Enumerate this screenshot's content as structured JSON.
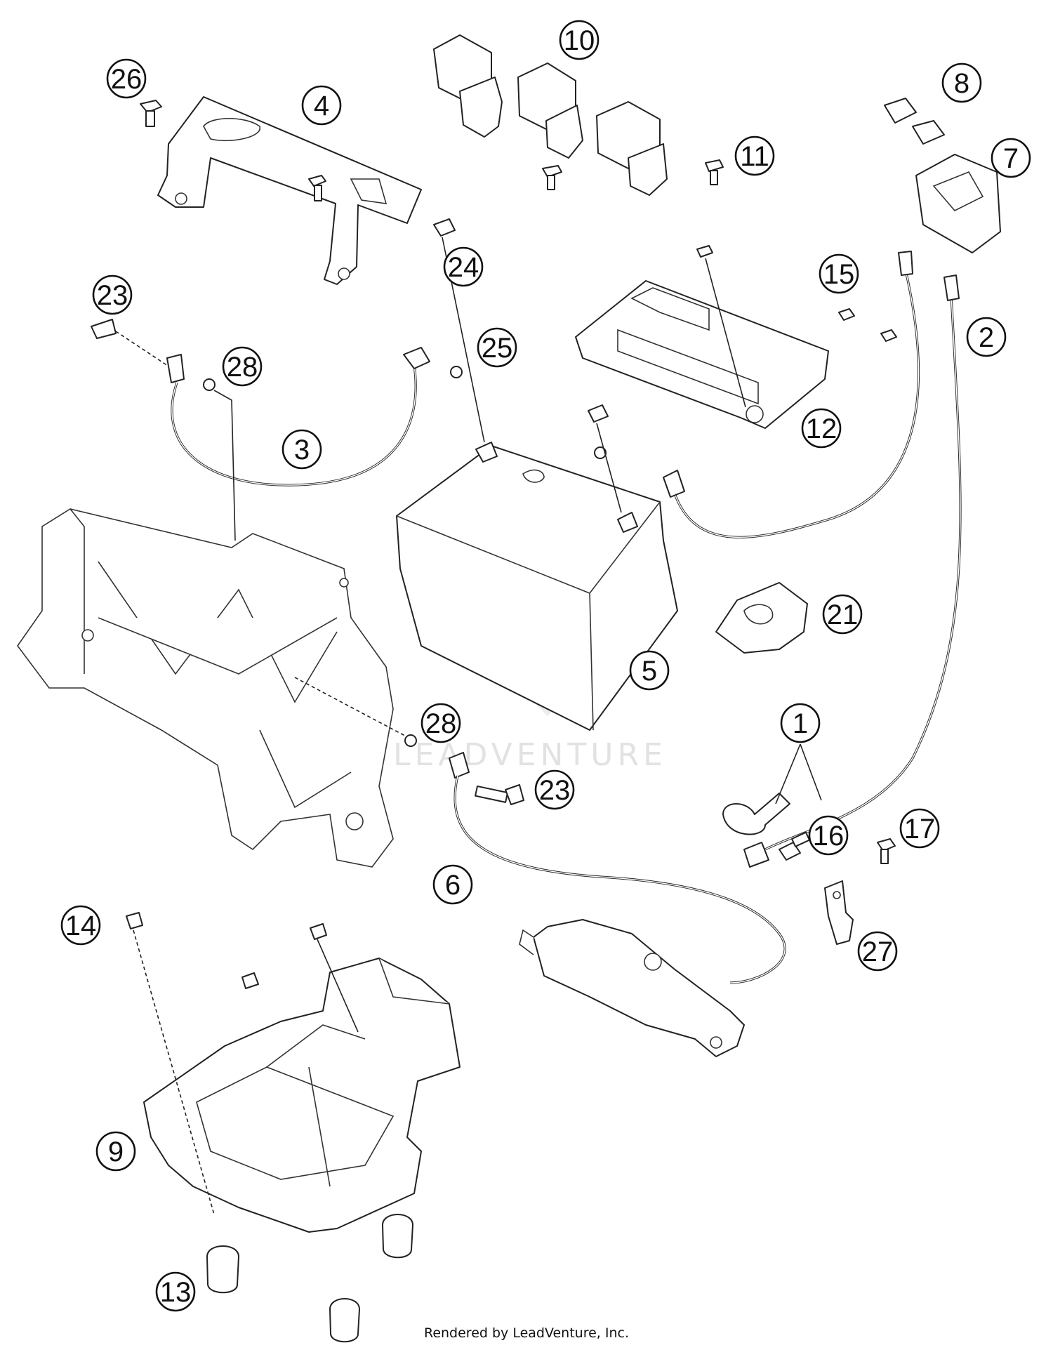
{
  "callouts": [
    {
      "id": "1",
      "label": "1"
    },
    {
      "id": "2",
      "label": "2"
    },
    {
      "id": "3",
      "label": "3"
    },
    {
      "id": "4",
      "label": "4"
    },
    {
      "id": "5",
      "label": "5"
    },
    {
      "id": "6",
      "label": "6"
    },
    {
      "id": "7",
      "label": "7"
    },
    {
      "id": "8",
      "label": "8"
    },
    {
      "id": "9",
      "label": "9"
    },
    {
      "id": "10",
      "label": "10"
    },
    {
      "id": "11",
      "label": "11"
    },
    {
      "id": "12",
      "label": "12"
    },
    {
      "id": "13",
      "label": "13"
    },
    {
      "id": "14",
      "label": "14"
    },
    {
      "id": "15",
      "label": "15"
    },
    {
      "id": "16",
      "label": "16"
    },
    {
      "id": "17",
      "label": "17"
    },
    {
      "id": "21",
      "label": "21"
    },
    {
      "id": "23a",
      "label": "23"
    },
    {
      "id": "23b",
      "label": "23"
    },
    {
      "id": "24",
      "label": "24"
    },
    {
      "id": "25",
      "label": "25"
    },
    {
      "id": "26",
      "label": "26"
    },
    {
      "id": "27",
      "label": "27"
    },
    {
      "id": "28a",
      "label": "28"
    },
    {
      "id": "28b",
      "label": "28"
    }
  ],
  "watermark": {
    "text": "LEADVENTURE",
    "color": "#e2e2e2"
  },
  "footer": {
    "credit": "Rendered by LeadVenture, Inc."
  }
}
